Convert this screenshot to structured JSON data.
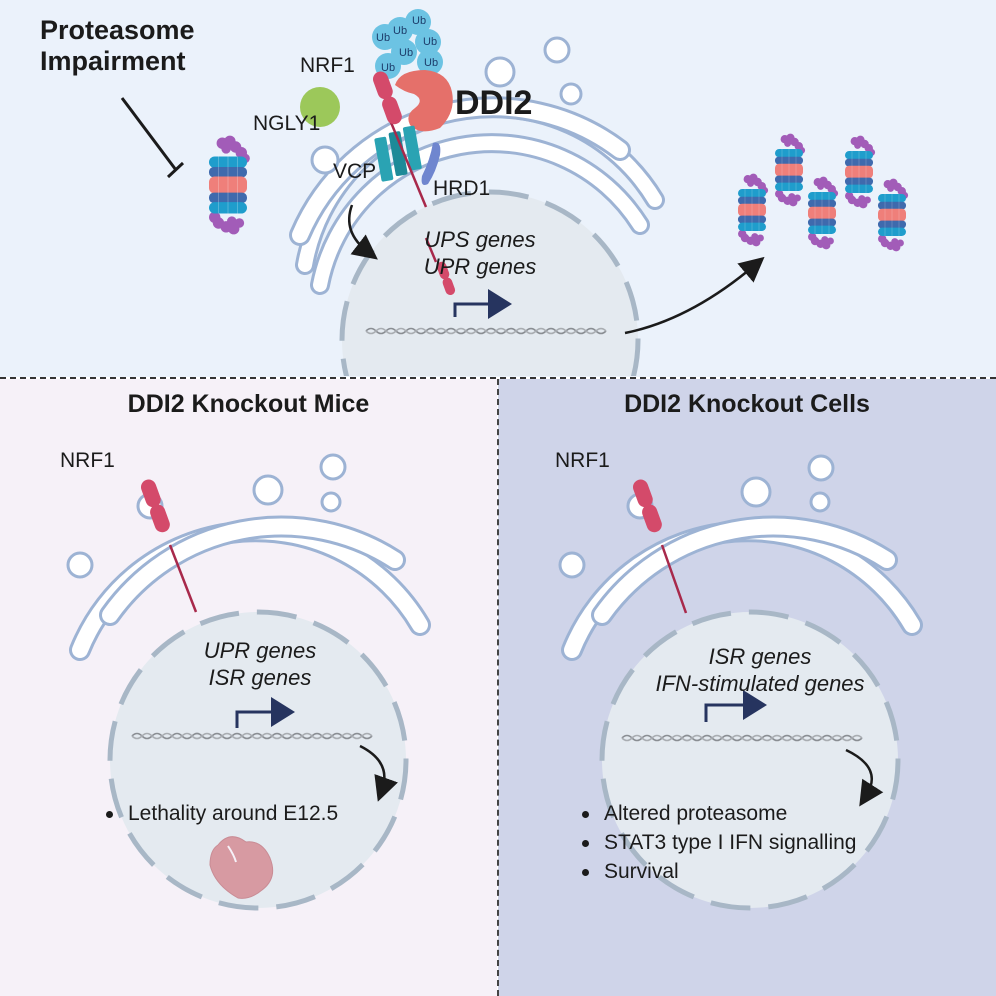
{
  "top": {
    "title_line1": "Proteasome",
    "title_line2": "Impairment",
    "labels": {
      "nrf1": "NRF1",
      "ngly1": "NGLY1",
      "vcp": "VCP",
      "hrd1": "HRD1",
      "ddi2": "DDI2",
      "ubiquitin": "Ub"
    },
    "genes": [
      "UPS genes",
      "UPR genes"
    ]
  },
  "left": {
    "title": "DDI2 Knockout Mice",
    "nrf1": "NRF1",
    "genes": [
      "UPR genes",
      "ISR genes"
    ],
    "outcomes": [
      "Lethality around E12.5"
    ]
  },
  "right": {
    "title": "DDI2 Knockout Cells",
    "nrf1": "NRF1",
    "genes": [
      "ISR genes",
      "IFN-stimulated genes"
    ],
    "outcomes": [
      "Altered proteasome",
      "STAT3 type I IFN signalling",
      "Survival"
    ]
  },
  "colors": {
    "top_bg": "#ebf2fb",
    "left_bg": "#f6f1f8",
    "right_bg": "#cfd4e9",
    "nrf1": "#d44a6a",
    "ddi2": "#e5706a",
    "ngly1": "#9cc85a",
    "vcp": "#2aa3b3",
    "hrd1": "#6f86cf",
    "ubiquitin": "#6cc3e3",
    "proteasome_cap": "#a25cb8",
    "proteasome_ring_a": "#1f9dcc",
    "proteasome_ring_b": "#3f6aad",
    "proteasome_ring_c": "#ef7f7a",
    "er_outline": "#9db3d4",
    "nucleus": "#e4eaf0",
    "arrow_dark": "#26345f"
  }
}
